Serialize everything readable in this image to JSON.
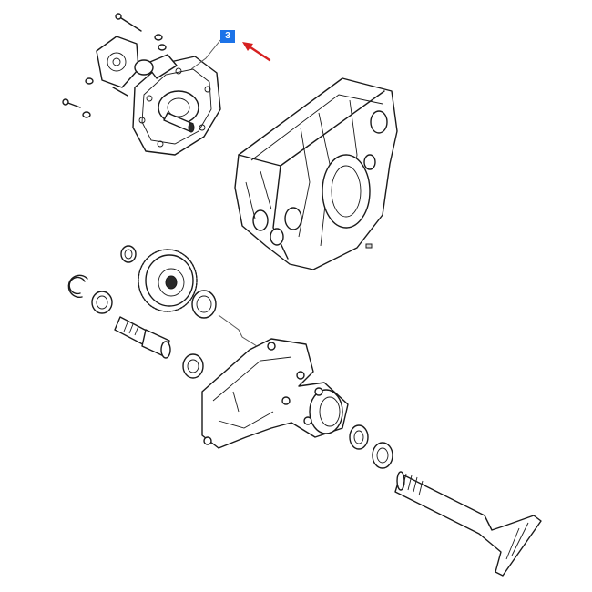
{
  "callout": {
    "number": "3",
    "box_color": "#1c73e8",
    "arrow_color": "#d62020"
  },
  "parts": [
    "cover-plate-assembly",
    "transmission-housing",
    "gear-shaft-assembly",
    "final-drive-housing",
    "axle-shaft"
  ]
}
